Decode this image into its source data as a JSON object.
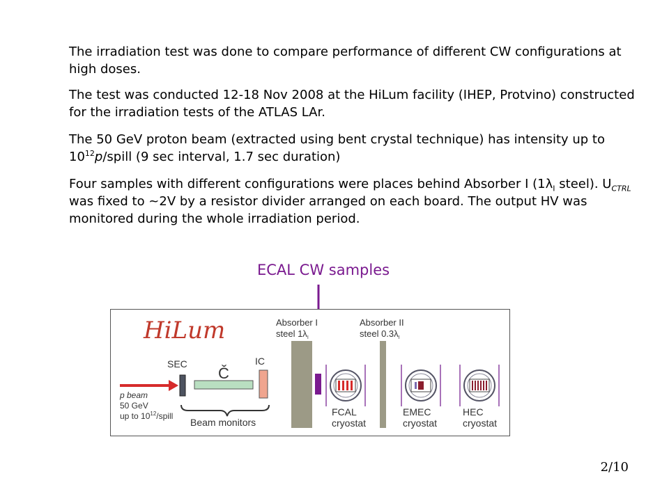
{
  "paragraphs": {
    "p1": "The irradiation test was done to compare performance of different CW configurations at high doses.",
    "p2": "The test was conducted 12-18 Nov 2008 at the HiLum facility (IHEP, Protvino) constructed for the irradiation tests of the ATLAS LAr.",
    "p3": {
      "a": "The 50 GeV proton beam (extracted using bent crystal technique) has intensity up to 10",
      "sup": "12",
      "p": "p",
      "b": "/spill (9 sec interval, 1.7 sec duration)"
    },
    "p4": {
      "a": "Four samples with different configurations were places behind Absorber I (1λ",
      "sub1": "I",
      "b": " steel). U",
      "sub2": "CTRL",
      "c": " was fixed to ~2V by a resistor divider arranged on each board. The output HV was monitored during the whole irradiation period."
    }
  },
  "caption": "ECAL CW samples",
  "figure": {
    "logo": "HiLum",
    "absorber1": [
      "Absorber I",
      "steel 1λ",
      "I"
    ],
    "absorber2": [
      "Absorber II",
      "steel 0.3λ",
      "I"
    ],
    "sec": "SEC",
    "cherenkov": "Č",
    "ic": "IC",
    "beam_lines": [
      "p beam",
      "50 GeV",
      "up to 10",
      "12",
      "/spill"
    ],
    "beam_monitors": "Beam monitors",
    "fcal": [
      "FCAL",
      "cryostat"
    ],
    "emec": [
      "EMEC",
      "cryostat"
    ],
    "hec": [
      "HEC",
      "cryostat"
    ],
    "colors": {
      "accent": "#7a1a8f",
      "logo": "#c0392b",
      "beam": "#d62b2b",
      "absorber": "#9c9a86",
      "cherenkov_box": "#b9dfc1",
      "ic_box": "#f0a58f"
    }
  },
  "page_number": "2/10"
}
